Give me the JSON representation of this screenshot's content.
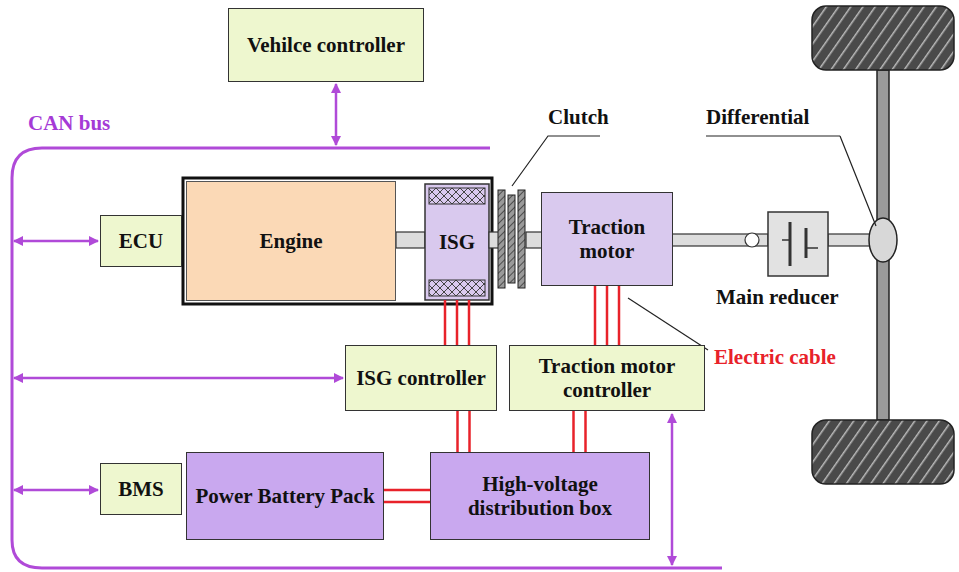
{
  "diagram": {
    "nodes": [
      {
        "text": [
          "Vehilce controller"
        ]
      },
      {
        "text": [
          "ECU"
        ]
      },
      {
        "text": [
          "Engine"
        ]
      },
      {
        "text": [
          "ISG"
        ]
      },
      {
        "text": [
          "Traction motor"
        ]
      },
      {
        "text": [
          "ISG controller"
        ]
      },
      {
        "text": [
          "Traction motor controller"
        ]
      },
      {
        "text": [
          "BMS"
        ]
      },
      {
        "text": [
          "Power Battery Pack"
        ]
      },
      {
        "text": [
          "High-voltage distribution box"
        ]
      }
    ],
    "edges": [
      {
        "from": 3,
        "to": 5,
        "arrow": "none"
      },
      {
        "from": 4,
        "to": 6,
        "arrow": "none"
      },
      {
        "from": 5,
        "to": 9,
        "arrow": "none"
      },
      {
        "from": 6,
        "to": 9,
        "arrow": "none"
      },
      {
        "from": 8,
        "to": 9,
        "arrow": "none"
      }
    ],
    "labels": [
      "CAN bus",
      "Clutch",
      "Differential",
      "Main reducer",
      "Electric cable"
    ]
  }
}
